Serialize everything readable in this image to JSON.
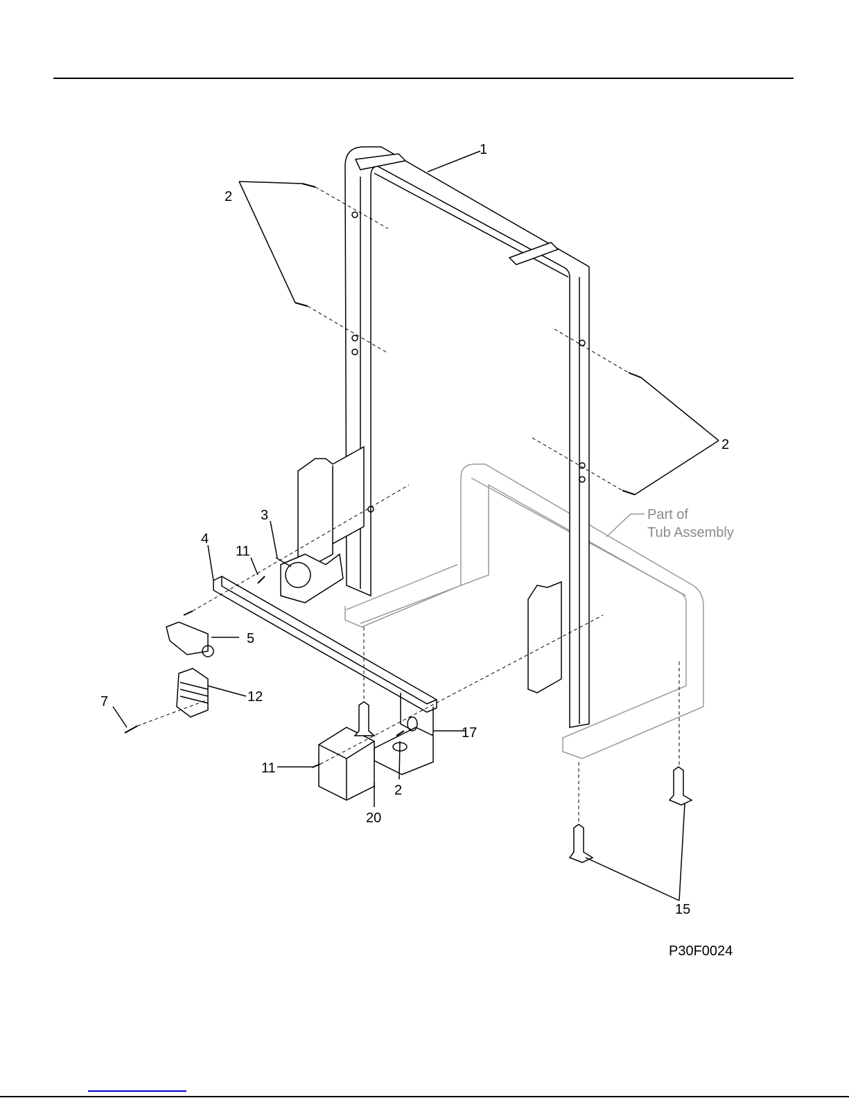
{
  "diagram": {
    "callouts": [
      {
        "id": "frame",
        "text": "1"
      },
      {
        "id": "screw-top-left",
        "text": "2"
      },
      {
        "id": "screw-right",
        "text": "2"
      },
      {
        "id": "valve",
        "text": "3"
      },
      {
        "id": "bracket",
        "text": "4"
      },
      {
        "id": "screw-valve",
        "text": "11"
      },
      {
        "id": "switch",
        "text": "5"
      },
      {
        "id": "coil",
        "text": "12"
      },
      {
        "id": "screw-coil",
        "text": "7"
      },
      {
        "id": "junction-box",
        "text": "17"
      },
      {
        "id": "screw-box",
        "text": "11"
      },
      {
        "id": "screw-junction",
        "text": "2"
      },
      {
        "id": "cover",
        "text": "20"
      },
      {
        "id": "leveling-legs",
        "text": "15"
      }
    ],
    "tub_note": {
      "line1": "Part of",
      "line2": "Tub Assembly"
    },
    "figure_code": "P30F0024"
  },
  "colors": {
    "line": "#000000",
    "tub": "#8a8a8a",
    "link": "#0000cc"
  }
}
